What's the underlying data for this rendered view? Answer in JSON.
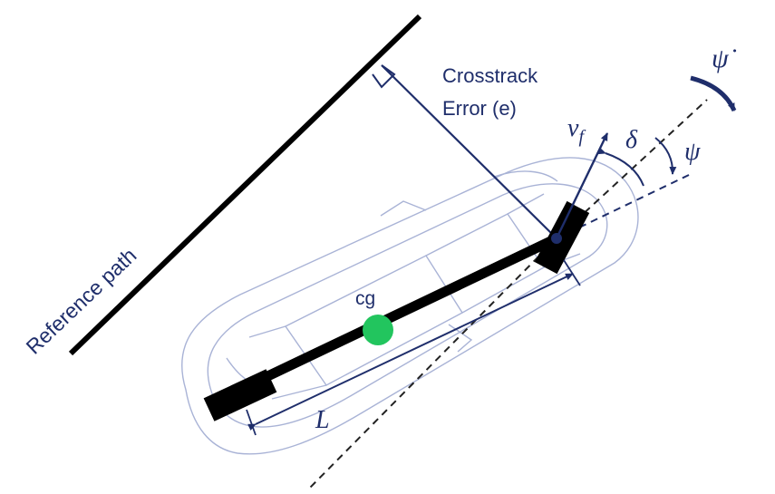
{
  "labels": {
    "reference_path": "Reference path",
    "crosstrack_line1": "Crosstrack",
    "crosstrack_line2": "Error (e)",
    "cg": "cg",
    "wheelbase": "L",
    "velocity": "v",
    "velocity_sub": "f",
    "steer_angle": "δ",
    "heading": "ψ",
    "yaw_rate": "ψ̇"
  },
  "colors": {
    "ink": "#1f2e6b",
    "path": "#000000",
    "cg": "#22c55e",
    "car_outline": "#a9b3d6"
  }
}
